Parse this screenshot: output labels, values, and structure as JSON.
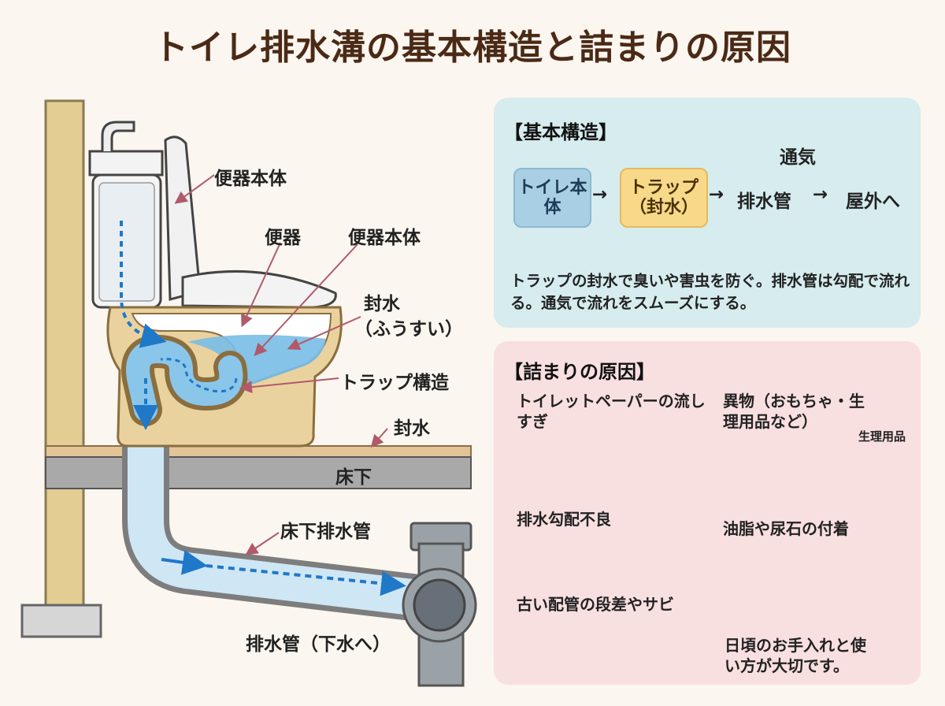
{
  "title": "トイレ排水溝の基本構造と詰まりの原因",
  "left_labels": {
    "toilet_body_1": "便器本体",
    "toilet": "便器",
    "toilet_body_2": "便器本体",
    "seal_water_1": "封水",
    "seal_water_reading": "（ふうすい）",
    "trap_structure": "トラップ構造",
    "seal_water_2": "封水",
    "underfloor": "床下",
    "underfloor_pipe": "床下排水管",
    "drain_pipe": "排水管（下水へ）"
  },
  "structure": {
    "heading": "【基本構造】",
    "toilet_box": "トイレ本体",
    "trap_box": "トラップ（封水）",
    "drain_pipe": "排水管",
    "ventilation": "通気",
    "outdoor": "屋外へ",
    "description": "トラップの封水で臭いや害虫を防ぐ。排水管は勾配で流れる。通気で流れをスムーズにする。"
  },
  "causes": {
    "heading": "【詰まりの原因】",
    "items": [
      {
        "label": "トイレットペーパーの流しすぎ"
      },
      {
        "label": "異物（おもちゃ・生理用品など）",
        "icon_label": "生理用品"
      },
      {
        "label": "排水勾配不良"
      },
      {
        "label": "油脂や尿石の付着"
      },
      {
        "label": "古い配管の段差やサビ"
      }
    ],
    "note": "日頃のお手入れと使い方が大切です。"
  },
  "colors": {
    "title": "#4a2a16",
    "structure_panel": "#d6ecee",
    "cause_panel": "#f8dfe0",
    "water": "#6fb3e0",
    "arrow": "#1f78c8",
    "wall": "#d8c28a",
    "floor": "#a7a7a7"
  }
}
